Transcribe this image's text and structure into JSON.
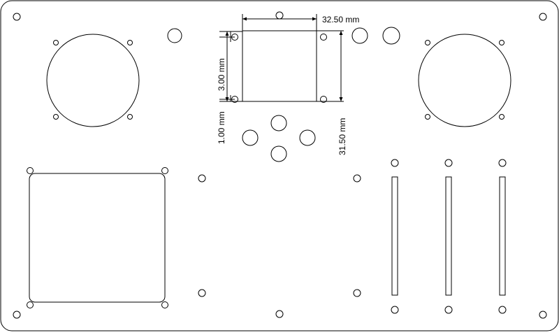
{
  "dimensions": {
    "width_label": "32.50 mm",
    "height_label": "31.50 mm",
    "vertical_spacing_label": "3.00 mm",
    "small_offset_label": "1.00 mm"
  },
  "colors": {
    "line": "#000000",
    "background": "#ffffff"
  }
}
